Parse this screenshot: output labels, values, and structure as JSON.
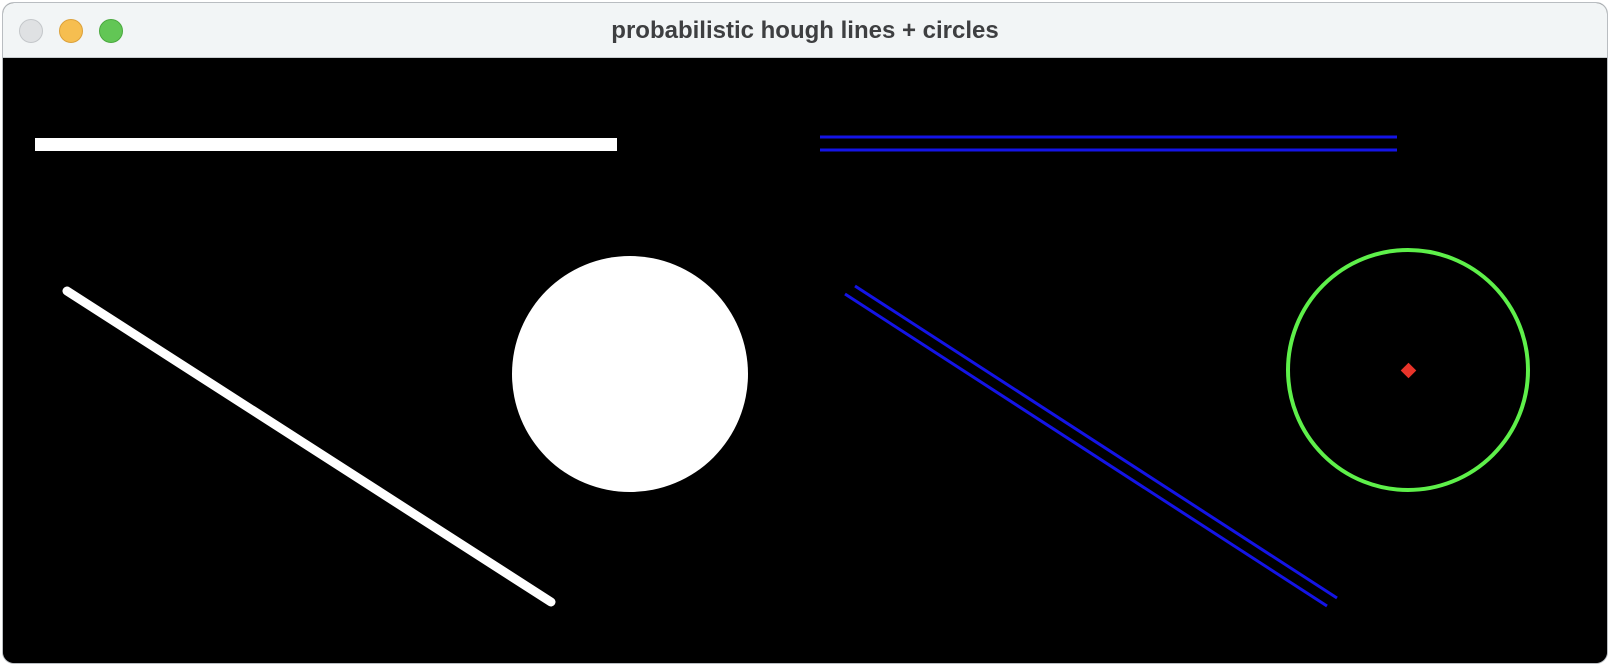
{
  "window": {
    "title": "probabilistic hough lines + circles"
  },
  "traffic_lights": {
    "close_color": "#dfe1e3",
    "minimize_color": "#f6be50",
    "maximize_color": "#62c655"
  },
  "panels": {
    "source": {
      "description_icon": "source-image",
      "background": "#000000",
      "shape_color": "#ffffff",
      "shapes": [
        "horizontal-line",
        "diagonal-line",
        "filled-circle"
      ]
    },
    "result": {
      "background": "#000000",
      "line_color": "#1414e6",
      "circle_color": "#5ef04a",
      "center_color": "#e8342a",
      "shapes": [
        "detected-horizontal-line-pair",
        "detected-diagonal-line-pair",
        "detected-circle",
        "circle-center-marker"
      ]
    }
  }
}
